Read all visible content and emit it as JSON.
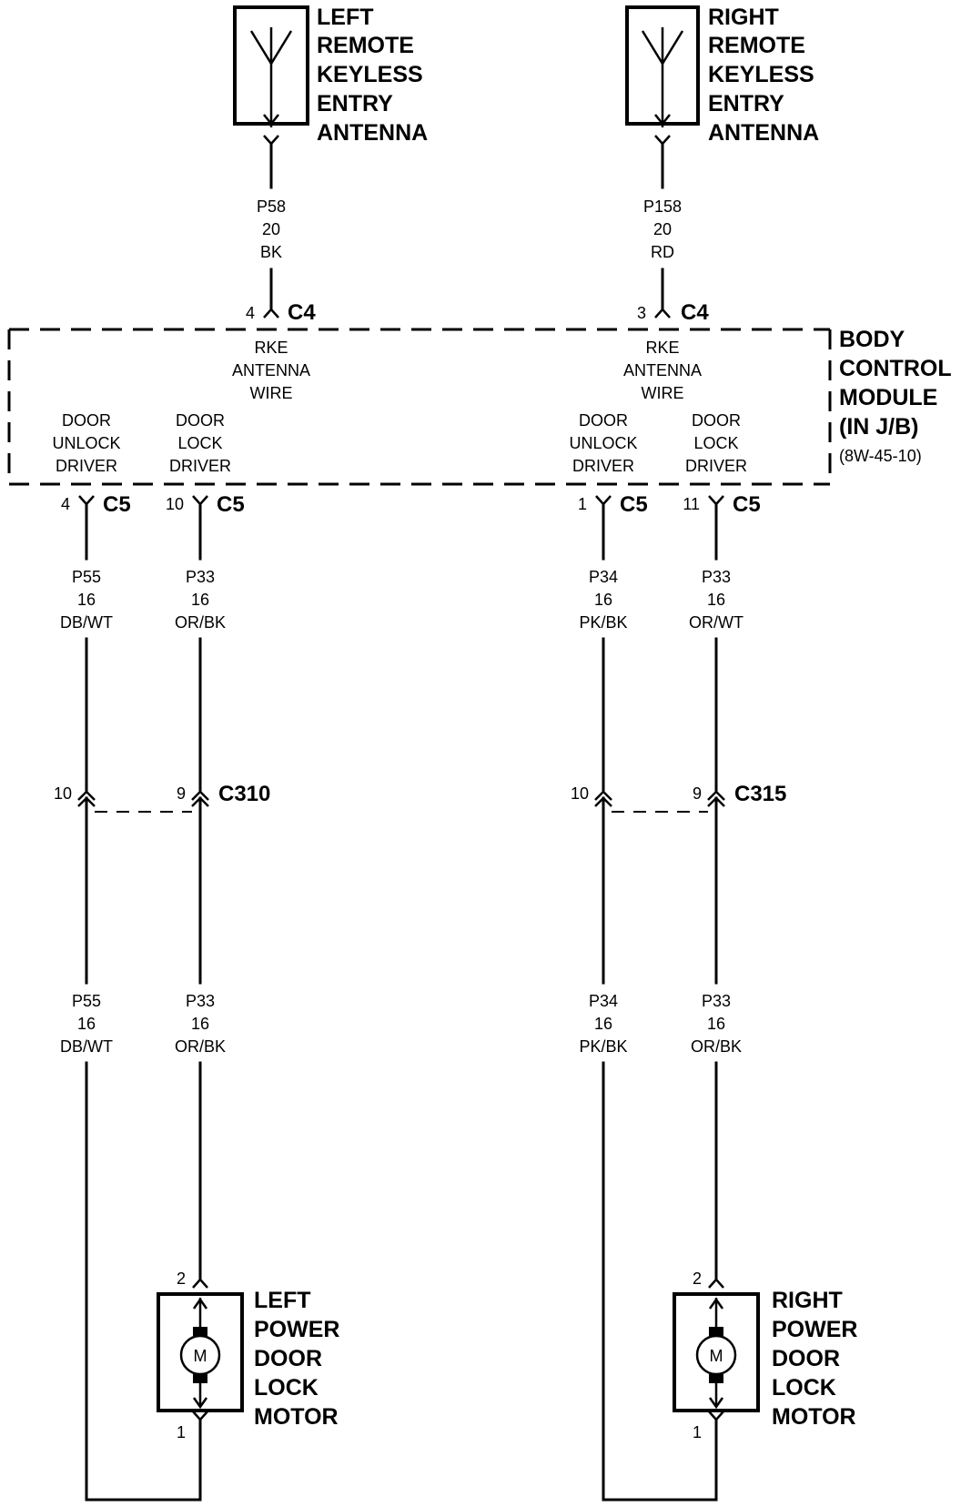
{
  "components": {
    "left_antenna": [
      "LEFT",
      "REMOTE",
      "KEYLESS",
      "ENTRY",
      "ANTENNA"
    ],
    "right_antenna": [
      "RIGHT",
      "REMOTE",
      "KEYLESS",
      "ENTRY",
      "ANTENNA"
    ],
    "bcm": {
      "lines": [
        "BODY",
        "CONTROL",
        "MODULE",
        "(IN J/B)"
      ],
      "ref": "(8W-45-10)"
    },
    "left_motor": [
      "LEFT",
      "POWER",
      "DOOR",
      "LOCK",
      "MOTOR"
    ],
    "right_motor": [
      "RIGHT",
      "POWER",
      "DOOR",
      "LOCK",
      "MOTOR"
    ],
    "motor_symbol": "M"
  },
  "internal_labels": {
    "rke_left": [
      "RKE",
      "ANTENNA",
      "WIRE"
    ],
    "rke_right": [
      "RKE",
      "ANTENNA",
      "WIRE"
    ],
    "unlock_left": [
      "DOOR",
      "UNLOCK",
      "DRIVER"
    ],
    "lock_left": [
      "DOOR",
      "LOCK",
      "DRIVER"
    ],
    "unlock_right": [
      "DOOR",
      "UNLOCK",
      "DRIVER"
    ],
    "lock_right": [
      "DOOR",
      "LOCK",
      "DRIVER"
    ]
  },
  "wires": {
    "p58": [
      "P58",
      "20",
      "BK"
    ],
    "p158": [
      "P158",
      "20",
      "RD"
    ],
    "p55_top": [
      "P55",
      "16",
      "DB/WT"
    ],
    "p33_top_left": [
      "P33",
      "16",
      "OR/BK"
    ],
    "p34_top": [
      "P34",
      "16",
      "PK/BK"
    ],
    "p33_top_right": [
      "P33",
      "16",
      "OR/WT"
    ],
    "p55_bot": [
      "P55",
      "16",
      "DB/WT"
    ],
    "p33_bot_left": [
      "P33",
      "16",
      "OR/BK"
    ],
    "p34_bot": [
      "P34",
      "16",
      "PK/BK"
    ],
    "p33_bot_right": [
      "P33",
      "16",
      "OR/BK"
    ]
  },
  "connectors": {
    "c4_left": {
      "pin": "4",
      "name": "C4"
    },
    "c4_right": {
      "pin": "3",
      "name": "C4"
    },
    "c5_a": {
      "pin": "4",
      "name": "C5"
    },
    "c5_b": {
      "pin": "10",
      "name": "C5"
    },
    "c5_c": {
      "pin": "1",
      "name": "C5"
    },
    "c5_d": {
      "pin": "11",
      "name": "C5"
    },
    "c310": {
      "pin_left": "10",
      "pin_right": "9",
      "name": "C310"
    },
    "c315": {
      "pin_left": "10",
      "pin_right": "9",
      "name": "C315"
    },
    "left_motor_pins": {
      "top": "2",
      "bottom": "1"
    },
    "right_motor_pins": {
      "top": "2",
      "bottom": "1"
    }
  }
}
